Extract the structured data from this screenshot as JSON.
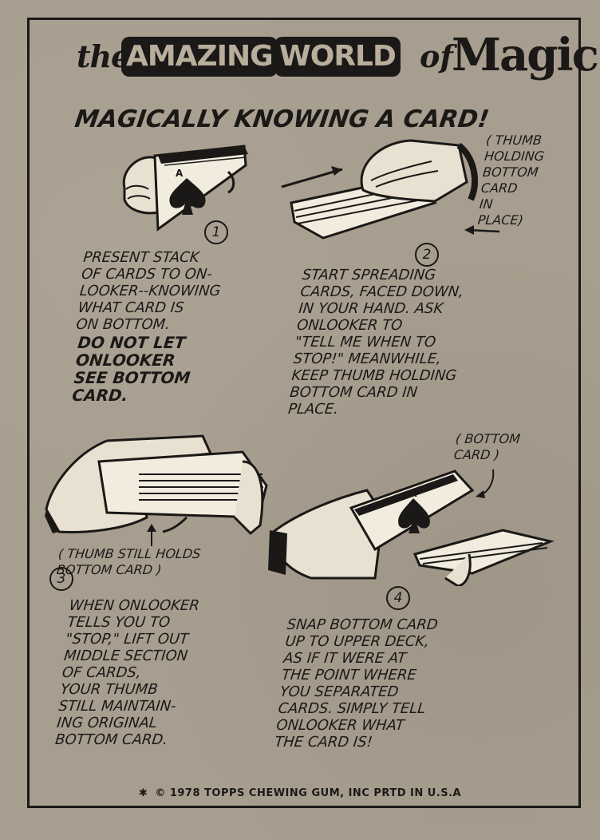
{
  "header": {
    "the": "the",
    "amazing": "AMAZING",
    "world": "WORLD",
    "of": "of",
    "magic": "Magic"
  },
  "title": "MAGICALLY KNOWING A CARD!",
  "steps": [
    {
      "number": "1",
      "text": "PRESENT STACK\nOF CARDS TO ON-\nLOOKER--KNOWING\nWHAT CARD IS\nON BOTTOM.",
      "emphasis": "DO NOT LET\nONLOOKER\nSEE BOTTOM\nCARD."
    },
    {
      "number": "2",
      "text": "START SPREADING\nCARDS, FACED DOWN,\nIN YOUR HAND. ASK\nONLOOKER TO\n\"TELL ME WHEN TO\nSTOP!\" MEANWHILE,\nKEEP THUMB HOLDING\nBOTTOM CARD IN\nPLACE."
    },
    {
      "number": "3",
      "text": "WHEN ONLOOKER\nTELLS YOU TO\n\"STOP,\" LIFT OUT\nMIDDLE SECTION\nOF CARDS,\nYOUR THUMB\nSTILL MAINTAIN-\nING ORIGINAL\nBOTTOM CARD."
    },
    {
      "number": "4",
      "text": "SNAP BOTTOM CARD\nUP TO UPPER DECK,\nAS IF IT WERE AT\nTHE POINT WHERE\nYOU SEPARATED\nCARDS. SIMPLY TELL\nONLOOKER WHAT\nTHE CARD IS!"
    }
  ],
  "notes": {
    "thumb_holding": "( THUMB\nHOLDING\nBOTTOM\nCARD\nIN\nPLACE)",
    "thumb_still": "( THUMB STILL HOLDS\nBOTTOM CARD )",
    "bottom_card": "( BOTTOM\nCARD )"
  },
  "card_symbol": {
    "rank": "A",
    "suit_icon": "spade-icon"
  },
  "footer": {
    "star": "✱",
    "text": "© 1978 TOPPS CHEWING GUM, INC PRTD IN U.S.A"
  }
}
